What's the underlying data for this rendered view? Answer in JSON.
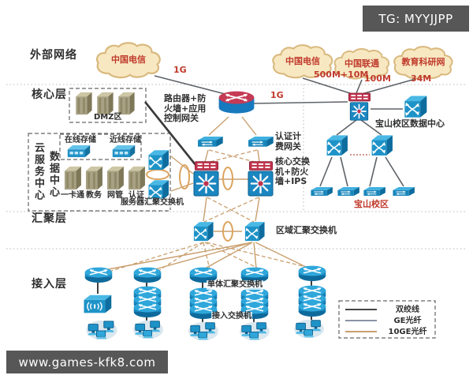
{
  "banners": {
    "top": "TG: MYYJJPP",
    "bottom": "www.games-kfk8.com"
  },
  "layers": {
    "external": "外部网络",
    "core": "核心层",
    "cloud_line1": "云服务中心",
    "cloud_line2": "数据中心",
    "aggregation": "汇聚层",
    "access": "接入层"
  },
  "clouds": {
    "telecom_left": "中国电信",
    "telecom_right": "中国电信",
    "unicom": "中国联通",
    "edu": "教育科研网"
  },
  "bandwidths": {
    "left_1g": "1G",
    "core_1g": "1G",
    "telecom": "500M+10M",
    "unicom": "100M",
    "edu": "34M"
  },
  "labels": {
    "router": "路由器+防火墙+应用控制网关",
    "dmz": "DMZ区",
    "online_storage": "在线存储",
    "nearline_storage": "近线存储",
    "server_agg": "服务器汇聚交换机",
    "auth_gateway": "认证计费网关",
    "core_switch": "核心交换机+防火墙+IPS",
    "baoshan_dc": "宝山校区数据中心",
    "baoshan_campus": "宝山校区",
    "regional_agg": "区域汇聚交换机",
    "single_agg": "单体汇聚交换机",
    "access_switch": "接入交换机"
  },
  "servers": [
    "一卡通",
    "教务",
    "网管",
    "认证"
  ],
  "legend": [
    {
      "label": "双绞线",
      "color": "#474747"
    },
    {
      "label": "GE光纤",
      "color": "#8a93a8"
    },
    {
      "label": "10GE光纤",
      "color": "#c99f6e"
    }
  ],
  "colors": {
    "red_text": "#c0392b",
    "tan_line": "#c99f6e",
    "gray_line": "#5f6368",
    "device_blue": "#1e93c8"
  }
}
